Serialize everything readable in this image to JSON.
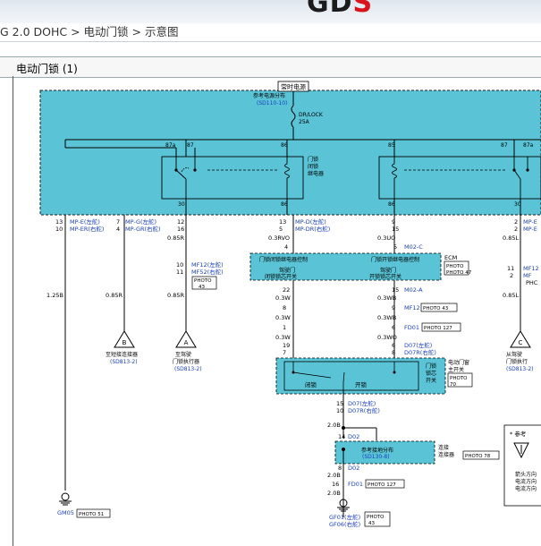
{
  "header": {
    "logo_main": "GD",
    "logo_accent": "S",
    "breadcrumb": [
      "G 2.0 DOHC",
      "电动门锁",
      "示意图"
    ],
    "breadcrumb_sep": " > "
  },
  "panel": {
    "title": "电动门锁 (1)"
  },
  "colors": {
    "fill": "#5ac4d6",
    "border": "#1a1a1a",
    "blue_text": "#1a3fbf",
    "accent": "#d9121b"
  },
  "diagram": {
    "top_label": "常时电源",
    "ref_dist": "参考电源分布",
    "ref_dist_code": "(SD110-10)",
    "fuse_name": "DR/LOCK",
    "fuse_amp": "25A",
    "relay_label": [
      "门锁",
      "闭锁",
      "继电器"
    ],
    "pins": {
      "p87a": "87a",
      "p87": "87",
      "p86": "86",
      "p85": "85",
      "p30": "30",
      "p5": "5",
      "p4": "4",
      "p9": "9",
      "p15": "15",
      "p2": "2",
      "p16": "16",
      "p10": "10",
      "p11": "11",
      "p1": "1",
      "p12": "12",
      "p7": "7",
      "p13": "13",
      "p22": "22",
      "p8": "8",
      "p6": "6",
      "p19": "19",
      "p14": "14"
    },
    "mp_e_l": "MP-E(左舵)",
    "mp_er_r": "MP-ER(右舵)",
    "mp_g_l": "MP-G(左舵)",
    "mp_gr_r": "MP-GR(右舵)",
    "mp_d_l": "MP-D(左舵)",
    "mp_dr_r": "MP-DR(右舵)",
    "mp_e_cut": "MP-E",
    "mp_er_cut": "MP-E",
    "w_125b": "1.25B",
    "w_085r": "0.85R",
    "w_03rvo": "0.3RVO",
    "w_03uo": "0.3UO",
    "w_085l": "0.85L",
    "w_03w": "0.3W",
    "w_03wb": "0.3WB",
    "w_03wo": "0.3WO",
    "w_20b": "2.0B",
    "mf12_l": "MF12(左舵)",
    "mf52_r": "MF52(右舵)",
    "photo43": "PHOTO 43",
    "mf12_cut": "MF12",
    "mf_cut2": "MF",
    "phc_cut": "PHC",
    "m02c": "M02-C",
    "m02a": "M02-A",
    "mf12": "MF12",
    "fd01": "FD01",
    "photo127": "PHOTO 127",
    "d07_l": "D07(左舵)",
    "d07r_r": "D07R(右舵)",
    "ecm": "ECM",
    "photo47": "PHOTO 47",
    "ctrl_l": "门锁闭锁继电器控制",
    "ctrl_r": "门锁开锁继电器控制",
    "drv_door_l": "驾驶门",
    "drv_sw_l": "闭锁锁芯开关",
    "drv_door_r": "驾驶门",
    "drv_sw_r": "开锁锁芯开关",
    "sw_lock": "闭锁",
    "sw_unlock": "开锁",
    "main_sw": [
      "电动门窗",
      "主开关"
    ],
    "sw_name": [
      "门锁",
      "锁芯",
      "开关"
    ],
    "photo70": [
      "PHOTO",
      "70"
    ],
    "d02": "D02",
    "ref_ground": "参考接地分布",
    "ref_ground_code": "(SD130-8)",
    "splice": [
      "连接",
      "连接器"
    ],
    "photo78": "PHOTO 78",
    "gm05": "GM05",
    "photo51": "PHOTO 51",
    "gf01_l": "GF01(左舵)",
    "gf06_r": "GF06(右舵)",
    "photo_txt": "PHOTO",
    "photo_43": "43",
    "tri_b": "B",
    "tri_a": "A",
    "tri_c": "C",
    "to_conn": "至短接连接器",
    "to_conn_code": "(SD813-2)",
    "to_drv_act": [
      "至驾驶",
      "门锁执行器"
    ],
    "to_drv_code": "(SD813-2)",
    "pass_act": [
      "从驾驶",
      "门锁执行"
    ],
    "pass_code": "(SD813-2)",
    "legend_ref": "* 参考",
    "legend_lines": [
      "箭头方向",
      "电流方向",
      "电流方向"
    ]
  }
}
